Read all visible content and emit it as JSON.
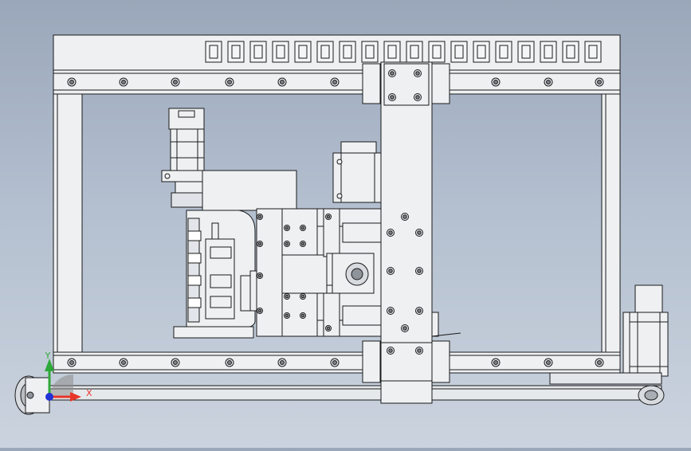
{
  "viewport": {
    "background_top": "#9aa7ba",
    "background_bottom": "#cbd3de",
    "part_fill": "#eef0f2",
    "part_shade": "#d9dde2",
    "edge_color": "#1a1a1a"
  },
  "triad": {
    "x_label": "X",
    "y_label": "Y",
    "x_color": "#e8352a",
    "y_color": "#2fa83a",
    "z_color": "#2233d6",
    "icon": "coordinate-triad-icon"
  },
  "model": {
    "type": "mechanical-assembly-drawing",
    "view": "front-view"
  }
}
